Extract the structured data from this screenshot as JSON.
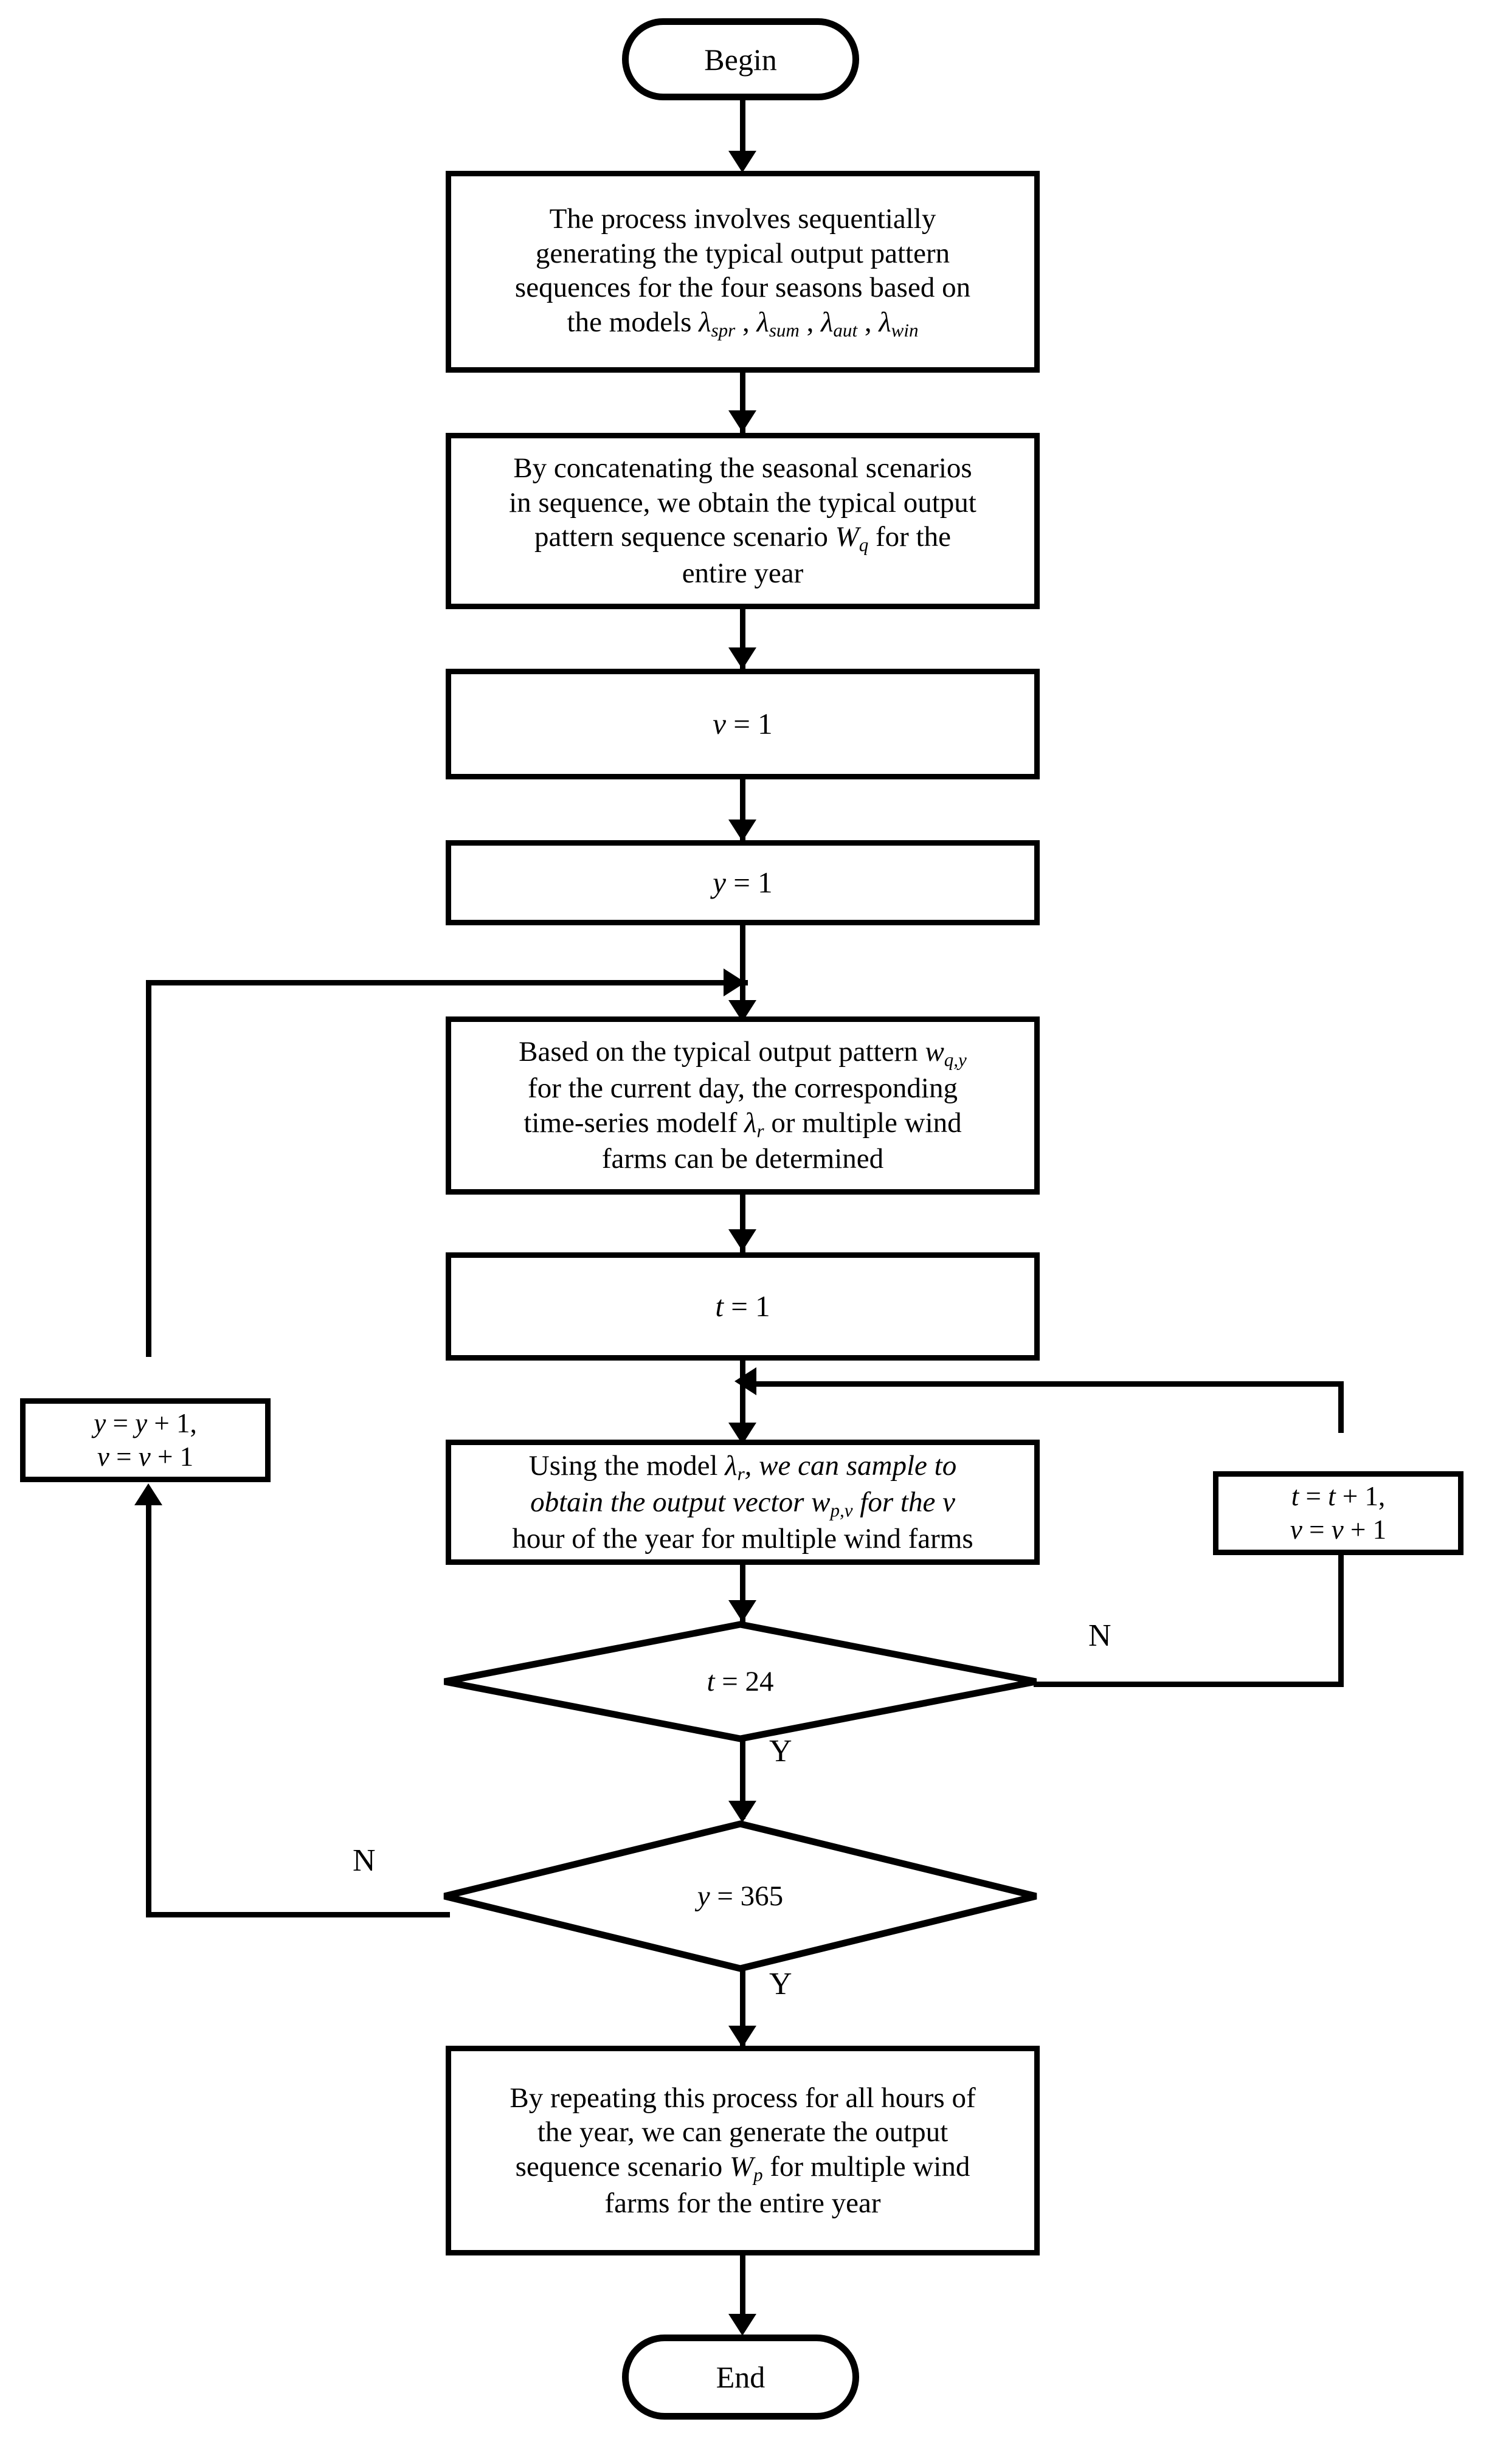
{
  "diagram": {
    "type": "flowchart",
    "title": "Wind farm output scenario generation flowchart",
    "orientation": "top-to-bottom",
    "background_color": "#ffffff",
    "line_color": "#000000"
  },
  "nodes": {
    "begin": {
      "shape": "terminator",
      "label": "Begin"
    },
    "step_seasonal_models": {
      "shape": "process",
      "label": "The process involves sequentially generating the typical output pattern sequences for the four seasons based on the models λ",
      "line1": "The process involves sequentially",
      "line2": "generating the typical output pattern",
      "line3": "sequences for the four seasons based on",
      "line4_prefix": "the models ",
      "symbols": [
        "λspr",
        "λsum",
        "λaut",
        "λwin"
      ]
    },
    "step_concatenate": {
      "shape": "process",
      "line1": "By concatenating the seasonal scenarios",
      "line2": "in sequence, we obtain the typical output",
      "line3_prefix": "pattern sequence scenario ",
      "line3_symbol": "Wq",
      "line3_suffix": " for the",
      "line4": "entire year"
    },
    "init_v": {
      "shape": "process",
      "label": "v = 1"
    },
    "init_y": {
      "shape": "process",
      "label": "y = 1"
    },
    "step_determine_model": {
      "shape": "process",
      "line1_prefix": "Based on the typical output pattern ",
      "line1_symbol": "wq,y",
      "line2": "for the current day, the corresponding",
      "line3_prefix": "time-series modelf ",
      "line3_symbol": "λr",
      "line3_suffix": " or multiple wind",
      "line4": "farms can be determined"
    },
    "init_t": {
      "shape": "process",
      "label": "t = 1"
    },
    "step_sample": {
      "shape": "process",
      "line1_prefix": "Using the model ",
      "line1_symbol": "λr",
      "line1_suffix": ", we can sample to",
      "line2_prefix": "obtain the output vector ",
      "line2_symbol": "wp,v",
      "line2_suffix": " for the v",
      "line3": "hour of the year for multiple wind farms"
    },
    "decision_t": {
      "shape": "decision",
      "label": "t = 24"
    },
    "decision_y": {
      "shape": "decision",
      "label": "y = 365"
    },
    "incr_t_v": {
      "shape": "process",
      "line1": "t = t + 1,",
      "line2": "v = v + 1"
    },
    "incr_y_v": {
      "shape": "process",
      "line1": "y = y + 1,",
      "line2": "v = v + 1"
    },
    "step_final": {
      "shape": "process",
      "line1": "By repeating this process for all hours of",
      "line2": "the year, we can generate the output",
      "line3_prefix": "sequence scenario ",
      "line3_symbol": "Wp",
      "line3_suffix": " for multiple wind",
      "line4": "farms for the entire year"
    },
    "end": {
      "shape": "terminator",
      "label": "End"
    }
  },
  "edge_labels": {
    "t_decision_no": "N",
    "t_decision_yes": "Y",
    "y_decision_no": "N",
    "y_decision_yes": "Y"
  }
}
